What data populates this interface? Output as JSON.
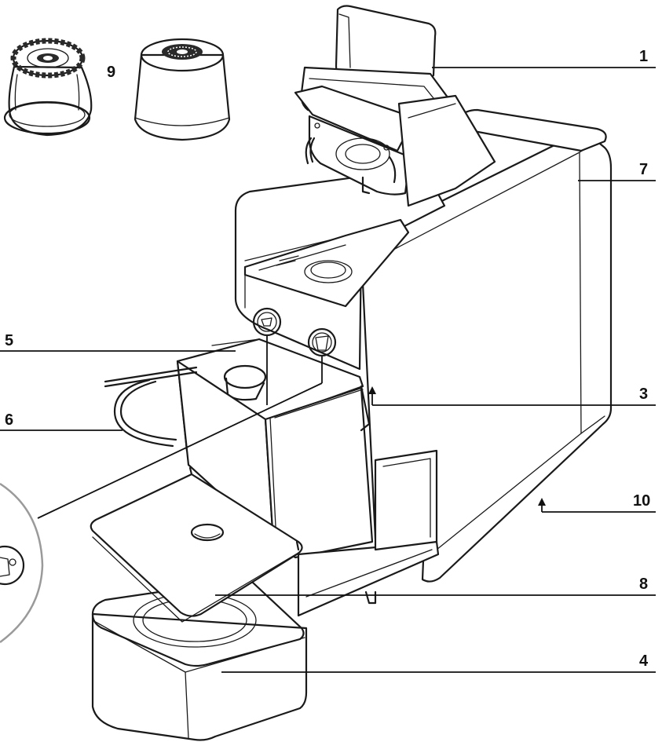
{
  "callouts": {
    "c1": "1",
    "c3": "3",
    "c4": "4",
    "c5": "5",
    "c6": "6",
    "c7": "7",
    "c8": "8",
    "c9": "9",
    "c10": "10"
  },
  "colors": {
    "line": "#1a1a1a",
    "background": "#ffffff",
    "capsule_dark": "#2a2a2a",
    "detail_circle": "#9a9a9a"
  }
}
